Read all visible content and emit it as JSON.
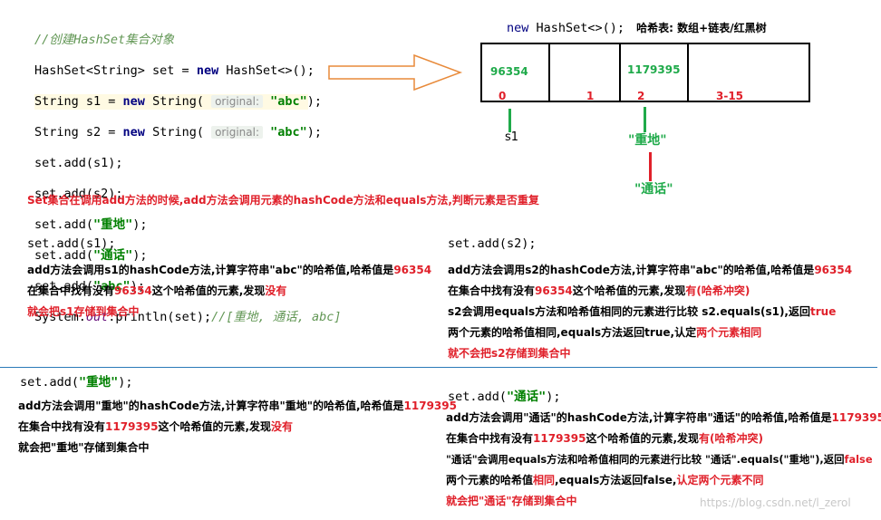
{
  "code": {
    "comment1": "//创建HashSet集合对象",
    "line1_type": "HashSet<String> set = ",
    "line1_new": "new",
    "line1_tail": " HashSet<>();",
    "line2_head": "String s1 = ",
    "line2_new": "new",
    "line2_mid": " String( ",
    "line2_hint": "original:",
    "line2_str": "\"abc\"",
    "line2_tail": ");",
    "line3_head": "String s2 = ",
    "line3_new": "new",
    "line3_mid": " String( ",
    "line3_hint": "original:",
    "line3_str": "\"abc\"",
    "line3_tail": ");",
    "line4": "set.add(s1);",
    "line5": "set.add(s2);",
    "line6_head": "set.add(",
    "line6_str": "\"重地\"",
    "line6_tail": ");",
    "line7_head": "set.add(",
    "line7_str": "\"通话\"",
    "line7_tail": ");",
    "line8_head": "set.add(",
    "line8_str": "\"abc\"",
    "line8_tail": ");",
    "line9_head": "System.",
    "line9_out": "out",
    "line9_mid": ".println(set);",
    "line9_comment": "//[重地, 通话, abc]"
  },
  "diagram": {
    "title_new": "new",
    "title_rest": " HashSet<>();",
    "title_label": "哈希表: 数组+链表/红黑树",
    "cell0_hash": "96354",
    "cell2_hash": "1179395",
    "idx0": "0",
    "idx1": "1",
    "idx2": "2",
    "idx3": "3-15",
    "node_s1": "s1",
    "node_zhongdi": "\"重地\"",
    "node_tonghua": "\"通话\""
  },
  "summary": "Set集合在调用add方法的时候,add方法会调用元素的hashCode方法和equals方法,判断元素是否重复",
  "box_s1": {
    "code": "set.add(s1);",
    "l1a": "add方法会调用s1的hashCode方法,计算字符串\"abc\"的哈希值,哈希值是",
    "l1b": "96354",
    "l2a": "在集合中找有没有",
    "l2b": "96354",
    "l2c": "这个哈希值的元素,发现",
    "l2d": "没有",
    "l3": "就会把s1存储到集合中"
  },
  "box_s2": {
    "code": "set.add(s2);",
    "l1a": "add方法会调用s2的hashCode方法,计算字符串\"abc\"的哈希值,哈希值是",
    "l1b": "96354",
    "l2a": "在集合中找有没有",
    "l2b": "96354",
    "l2c": "这个哈希值的元素,发现",
    "l2d": "有(哈希冲突)",
    "l3a": "s2会调用equals方法和哈希值相同的元素进行比较 s2.equals(s1),返回",
    "l3b": "true",
    "l4a": "两个元素的哈希值相同,equals方法返回true,认定",
    "l4b": "两个元素相同",
    "l5": "就不会把s2存储到集合中"
  },
  "box_zhongdi": {
    "code_head": "set.add(",
    "code_str": "\"重地\"",
    "code_tail": ");",
    "l1a": "add方法会调用\"重地\"的hashCode方法,计算字符串\"重地\"的哈希值,哈希值是",
    "l1b": "1179395",
    "l2a": "在集合中找有没有",
    "l2b": "1179395",
    "l2c": "这个哈希值的元素,发现",
    "l2d": "没有",
    "l3": "就会把\"重地\"存储到集合中"
  },
  "box_tonghua": {
    "code_head": "set.add(",
    "code_str": "\"通话\"",
    "code_tail": ");",
    "l1a": "add方法会调用\"通话\"的hashCode方法,计算字符串\"通话\"的哈希值,哈希值是",
    "l1b": "1179395",
    "l2a": "在集合中找有没有",
    "l2b": "1179395",
    "l2c": "这个哈希值的元素,发现",
    "l2d": "有(哈希冲突)",
    "l3a": "\"通话\"会调用equals方法和哈希值相同的元素进行比较 \"通话\".equals(\"重地\"),返回",
    "l3b": "false",
    "l4a": "两个元素的哈希值",
    "l4b": "相同",
    "l4c": ",equals方法返回false,",
    "l4d": "认定两个元素不同",
    "l5": "就会把\"通话\"存储到集合中"
  },
  "watermark": "https://blog.csdn.net/l_zerol",
  "colors": {
    "red": "#e0202a",
    "green": "#1faa4a",
    "keyword": "#000080",
    "string": "#008000",
    "comment": "#629755",
    "divider": "#2a7ab8"
  }
}
